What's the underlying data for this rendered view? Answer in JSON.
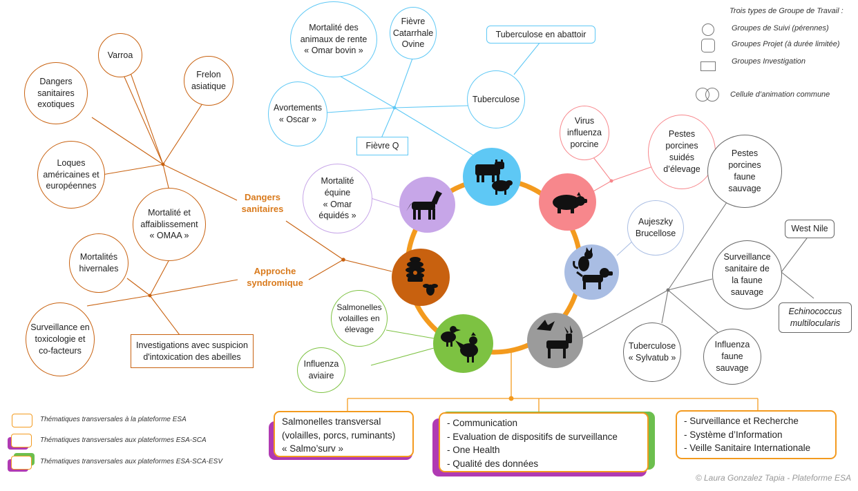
{
  "legend_top": {
    "title": "Trois types de Groupe de Travail :",
    "items": [
      {
        "label": "Groupes de Suivi (pérennes)",
        "icon": "circle-icon"
      },
      {
        "label": "Groupes Projet (à durée limitée)",
        "icon": "rounded-rect-icon"
      },
      {
        "label": "Groupes Investigation",
        "icon": "rect-icon"
      },
      {
        "label": "Cellule d’animation commune",
        "icon": "double-circle-icon"
      }
    ]
  },
  "legend_bottom": [
    {
      "label": "Thématiques transversales à la plateforme ESA",
      "colors": [
        "#f39a1e"
      ]
    },
    {
      "label": "Thématiques transversales aux plateformes ESA-SCA",
      "colors": [
        "#f39a1e",
        "#b03ab3"
      ]
    },
    {
      "label": "Thématiques transversales aux plateformes ESA-SCA-ESV",
      "colors": [
        "#f39a1e",
        "#b03ab3",
        "#6cbf4e"
      ]
    }
  ],
  "center_labels": {
    "dangers": "Dangers\nsanitaires",
    "syndromique": "Approche\nsyndromique"
  },
  "hubs": [
    {
      "name": "bovine-ovine-hub",
      "color": "#5ec8f5",
      "icons": [
        "cow-icon",
        "sheep-icon"
      ]
    },
    {
      "name": "porcine-hub",
      "color": "#f7878c",
      "icons": [
        "pig-icon"
      ]
    },
    {
      "name": "cat-dog-hub",
      "color": "#a9bde3",
      "icons": [
        "cat-icon",
        "dog-icon"
      ]
    },
    {
      "name": "wildlife-hub",
      "color": "#9b9b9b",
      "icons": [
        "goat-icon",
        "bird-icon"
      ]
    },
    {
      "name": "poultry-hub",
      "color": "#7dc242",
      "icons": [
        "duck-icon",
        "rooster-icon"
      ]
    },
    {
      "name": "bee-hub",
      "color": "#c8610f",
      "icons": [
        "beehive-icon",
        "bee-icon"
      ]
    },
    {
      "name": "equine-hub",
      "color": "#c7a6e8",
      "icons": [
        "horse-icon"
      ]
    }
  ],
  "nodes": {
    "omar_bovin": "Mortalité des\nanimaux de rente\n« Omar bovin »",
    "fievre_catarrhale": "Fièvre\nCatarrhale\nOvine",
    "tub_abattoir": "Tuberculose en abattoir",
    "avortements": "Avortements\n« Oscar »",
    "tuberculose": "Tuberculose",
    "fievre_q": "Fièvre Q",
    "virus_influenza": "Virus\ninfluenza\nporcine",
    "pestes_suides": "Pestes\nporcines\nsuidés\nd’élevage",
    "pestes_faune": "Pestes\nporcines\nfaune\nsauvage",
    "aujeszky": "Aujeszky\nBrucellose",
    "west_nile": "West Nile",
    "surv_faune": "Surveillance\nsanitaire de\nla faune\nsauvage",
    "echinococcus": "Echinococcus\nmultilocularis",
    "sylvatub": "Tuberculose\n« Sylvatub »",
    "influenza_faune": "Influenza\nfaune\nsauvage",
    "omar_equides": "Mortalité\néquine\n« Omar\néquidés »",
    "salmonelles_volailles": "Salmonelles\nvolailles en\nélevage",
    "influenza_aviaire": "Influenza\naviaire",
    "varroa": "Varroa",
    "frelon": "Frelon\nasiatique",
    "dangers_exotiques": "Dangers\nsanitaires\nexotiques",
    "loques": "Loques\naméricaines et\neuropéennes",
    "omaa": "Mortalité et\naffaiblissement\n« OMAA »",
    "hivernales": "Mortalités\nhivernales",
    "toxicologie": "Surveillance en\ntoxicologie et\nco-facteurs",
    "intoxication": "Investigations avec suspicion\nd'intoxication des abeilles"
  },
  "bottom_boxes": {
    "salmo": "Salmonelles transversal\n(volailles, porcs, ruminants)\n« Salmo’surv »",
    "middle": "- Communication\n- Evaluation de dispositifs de surveillance\n- One Health\n- Qualité des données",
    "right": "- Surveillance et Recherche\n- Système d’Information\n- Veille Sanitaire Internationale"
  },
  "copyright": "© Laura Gonzalez Tapia - Plateforme ESA",
  "colors": {
    "orange": "#f39a1e",
    "purple": "#b03ab3",
    "green": "#6cbf4e",
    "blue_line": "#5ec8f5",
    "bee_brown": "#c8610f"
  }
}
